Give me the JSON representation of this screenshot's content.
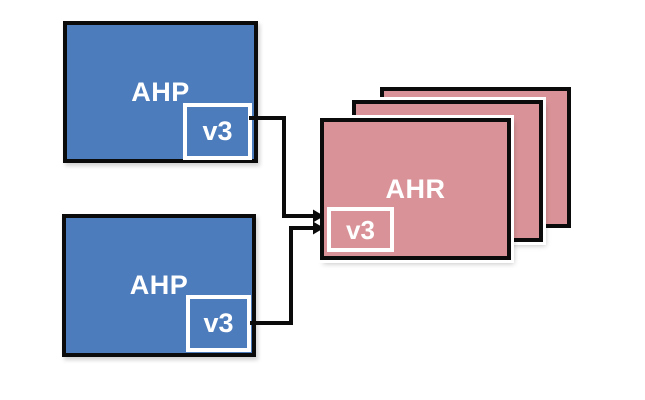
{
  "diagram": {
    "ahp_top": {
      "label": "AHP",
      "tag": "v3"
    },
    "ahp_bottom": {
      "label": "AHP",
      "tag": "v3"
    },
    "ahr": {
      "label": "AHR",
      "tag": "v3",
      "stack_count": 3
    },
    "colors": {
      "blue_fill": "#4C7CBC",
      "pink_fill": "#D99398",
      "line": "#0b0b0b",
      "tag_border": "#ffffff",
      "background": "#ffffff"
    }
  }
}
